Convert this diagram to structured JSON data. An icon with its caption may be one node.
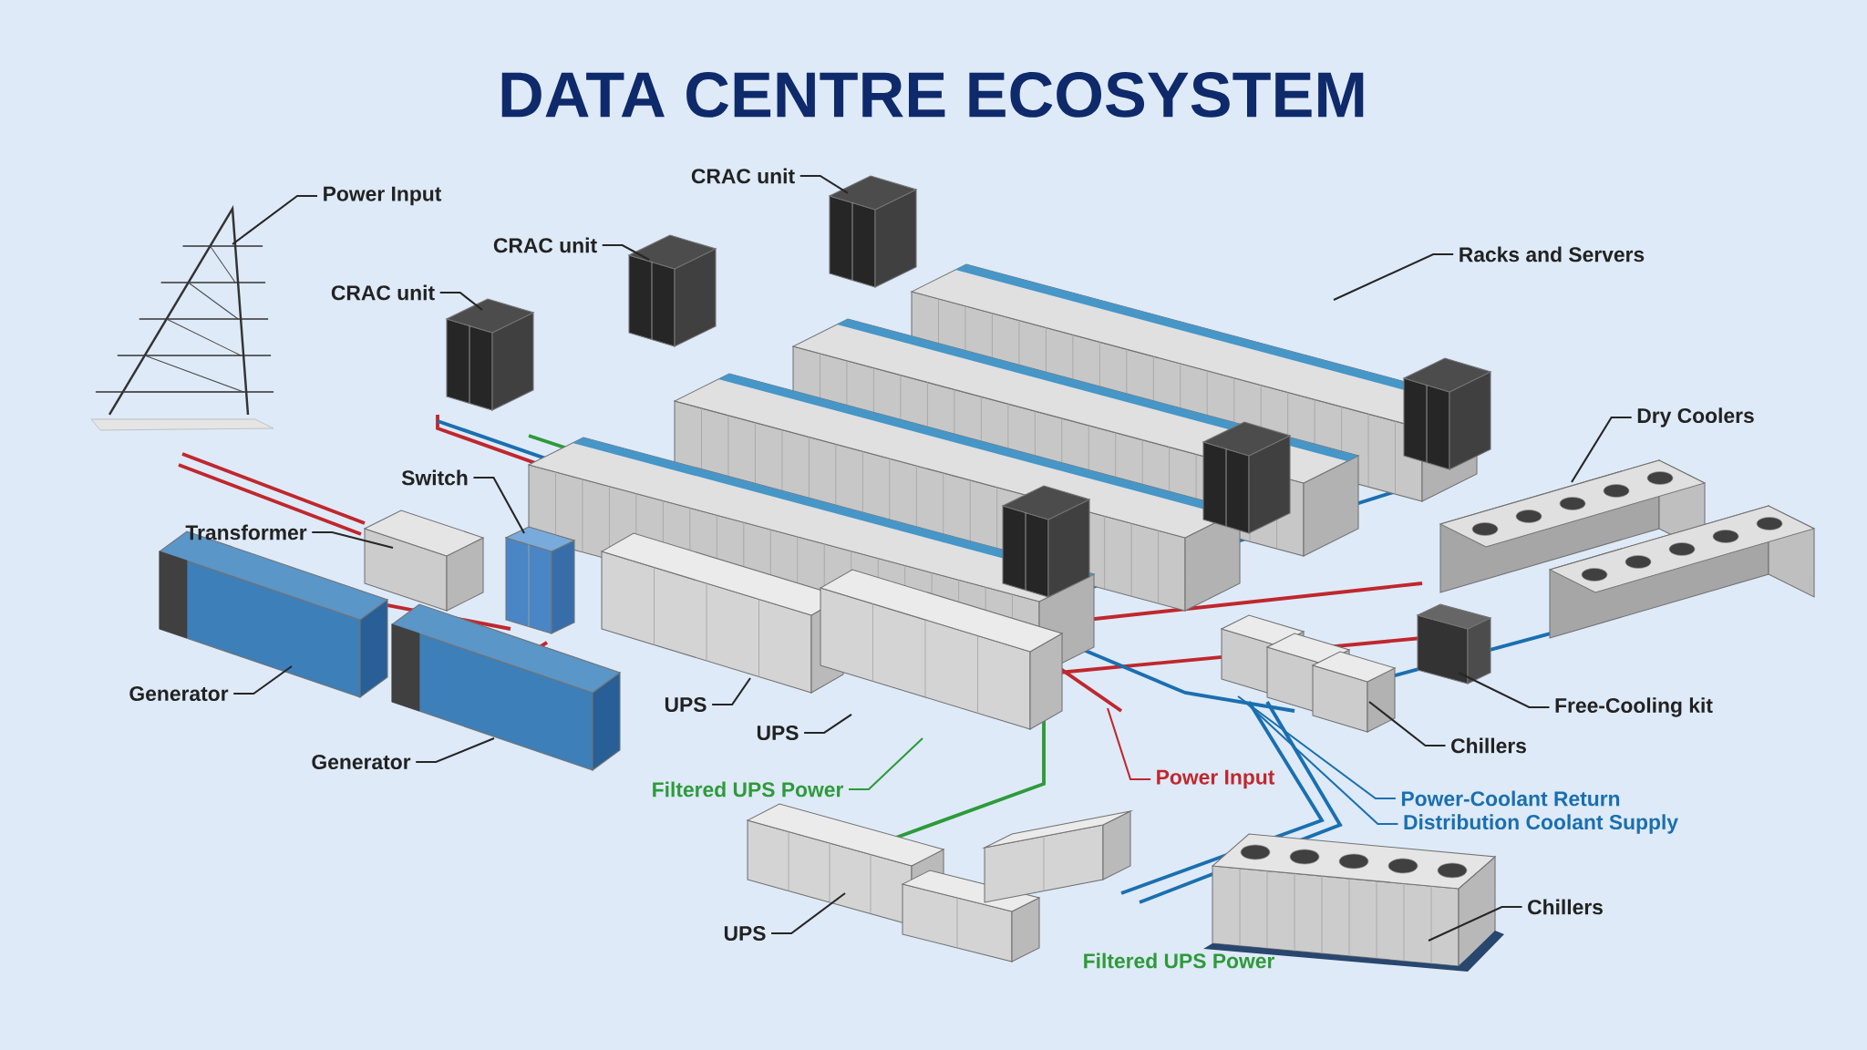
{
  "diagram": {
    "title": "DATA CENTRE ECOSYSTEM",
    "nodes": [
      {
        "text": [
          "Power Input"
        ]
      },
      {
        "text": [
          "CRAC unit"
        ]
      },
      {
        "text": [
          "CRAC unit"
        ]
      },
      {
        "text": [
          "Racks and Servers"
        ]
      },
      {
        "text": [
          "CRAC unit"
        ]
      },
      {
        "text": [
          "Dry Coolers"
        ]
      },
      {
        "text": [
          "Switch"
        ]
      },
      {
        "text": [
          "Transformer"
        ]
      },
      {
        "text": [
          "Generator"
        ]
      },
      {
        "text": [
          "UPS"
        ]
      },
      {
        "text": [
          "Free-Cooling kit"
        ]
      },
      {
        "text": [
          "UPS"
        ]
      },
      {
        "text": [
          "Chillers"
        ]
      },
      {
        "text": [
          "Generator"
        ]
      },
      {
        "text": [
          "Power Input"
        ]
      },
      {
        "text": [
          "Filtered UPS Power"
        ]
      },
      {
        "text": [
          "Power-Coolant Return"
        ]
      },
      {
        "text": [
          "Distribution Coolant Supply"
        ]
      },
      {
        "text": [
          "Chillers"
        ]
      },
      {
        "text": [
          "UPS"
        ]
      }
    ],
    "edges": [
      {
        "from": 0,
        "to": null,
        "arrow": "none"
      },
      {
        "from": 1,
        "to": null,
        "arrow": "none"
      },
      {
        "from": 2,
        "to": null,
        "arrow": "none"
      },
      {
        "from": 3,
        "to": null,
        "arrow": "none"
      },
      {
        "from": 4,
        "to": null,
        "arrow": "none"
      },
      {
        "from": 5,
        "to": null,
        "arrow": "none"
      },
      {
        "from": 6,
        "to": null,
        "arrow": "none"
      },
      {
        "from": 7,
        "to": null,
        "arrow": "none"
      },
      {
        "from": 8,
        "to": null,
        "arrow": "none"
      },
      {
        "from": 9,
        "to": null,
        "arrow": "none"
      },
      {
        "from": 10,
        "to": null,
        "arrow": "none"
      },
      {
        "from": 11,
        "to": null,
        "arrow": "none"
      },
      {
        "from": 12,
        "to": null,
        "arrow": "none"
      },
      {
        "from": 13,
        "to": null,
        "arrow": "none"
      },
      {
        "from": 14,
        "to": null,
        "arrow": "none",
        "color": "#c0272d"
      },
      {
        "from": 15,
        "to": null,
        "arrow": "none",
        "color": "#2e9a3a"
      },
      {
        "from": 16,
        "to": null,
        "arrow": "none",
        "color": "#1a6fb0"
      },
      {
        "from": 17,
        "to": null,
        "arrow": "none",
        "color": "#1a6fb0"
      },
      {
        "from": 18,
        "to": null,
        "arrow": "none"
      },
      {
        "from": 19,
        "to": null,
        "arrow": "none"
      }
    ],
    "labels": [
      "Filtered UPS Power"
    ]
  }
}
